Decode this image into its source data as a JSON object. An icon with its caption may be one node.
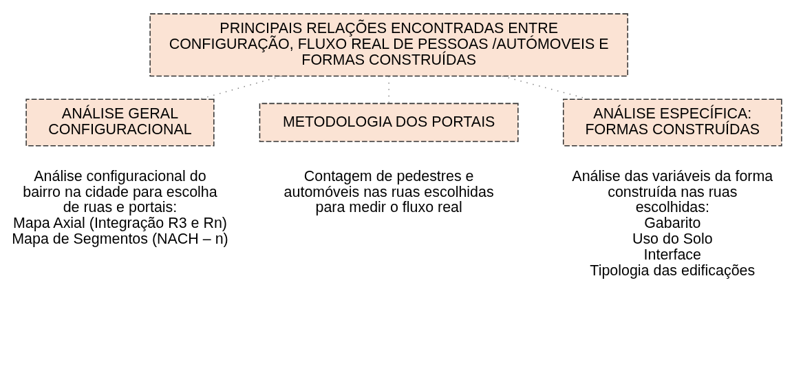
{
  "diagram": {
    "nodes": [
      {
        "text": [
          "PRINCIPAIS RELAÇÕES ENCONTRADAS ENTRE CONFIGURAÇÃO, FLUXO REAL DE PESSOAS /AUTÓMOVEIS E FORMAS CONSTRUÍDAS"
        ]
      },
      {
        "text": [
          "ANÁLISE GERAL CONFIGURACIONAL"
        ],
        "beside": [
          "Análise configuracional do bairro na cidade para escolha de ruas e portais:",
          "Mapa Axial (Integração R3 e Rn)",
          "Mapa de Segmentos (NACH – n)"
        ]
      },
      {
        "text": [
          "METODOLOGIA DOS PORTAIS"
        ],
        "beside": [
          "Contagem de pedestres e automóveis nas ruas escolhidas para medir o fluxo real"
        ]
      },
      {
        "text": [
          "ANÁLISE ESPECÍFICA: FORMAS CONSTRUÍDAS"
        ],
        "beside": [
          "Análise das variáveis da forma construída nas ruas escolhidas:",
          "Gabarito",
          "Uso do Solo",
          "Interface",
          "Tipologia das edificações"
        ]
      }
    ],
    "edges": [
      {
        "from": 0,
        "to": 1,
        "arrow": "none",
        "style": "dashed"
      },
      {
        "from": 0,
        "to": 2,
        "arrow": "none",
        "style": "dashed"
      },
      {
        "from": 0,
        "to": 3,
        "arrow": "none",
        "style": "dashed"
      }
    ]
  }
}
